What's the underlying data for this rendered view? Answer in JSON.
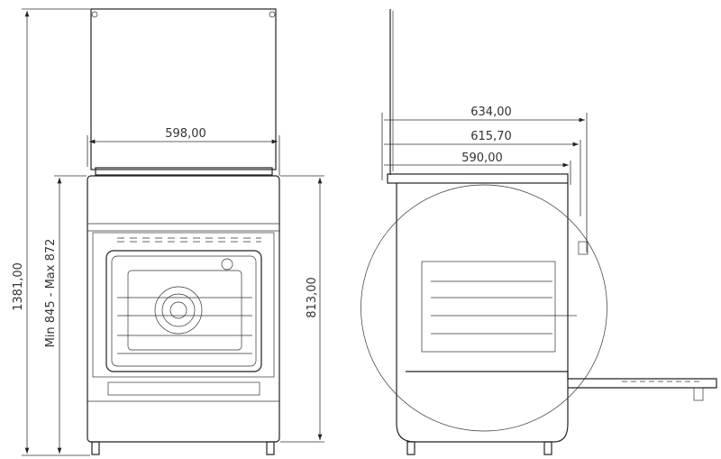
{
  "front_view": {
    "overall_height": "1381,00",
    "adjustable_height": "Min 845 - Max 872",
    "width": "598,00",
    "body_height": "813,00"
  },
  "side_view": {
    "depth_overall": "634,00",
    "depth_mid": "615,70",
    "depth_body": "590,00"
  }
}
